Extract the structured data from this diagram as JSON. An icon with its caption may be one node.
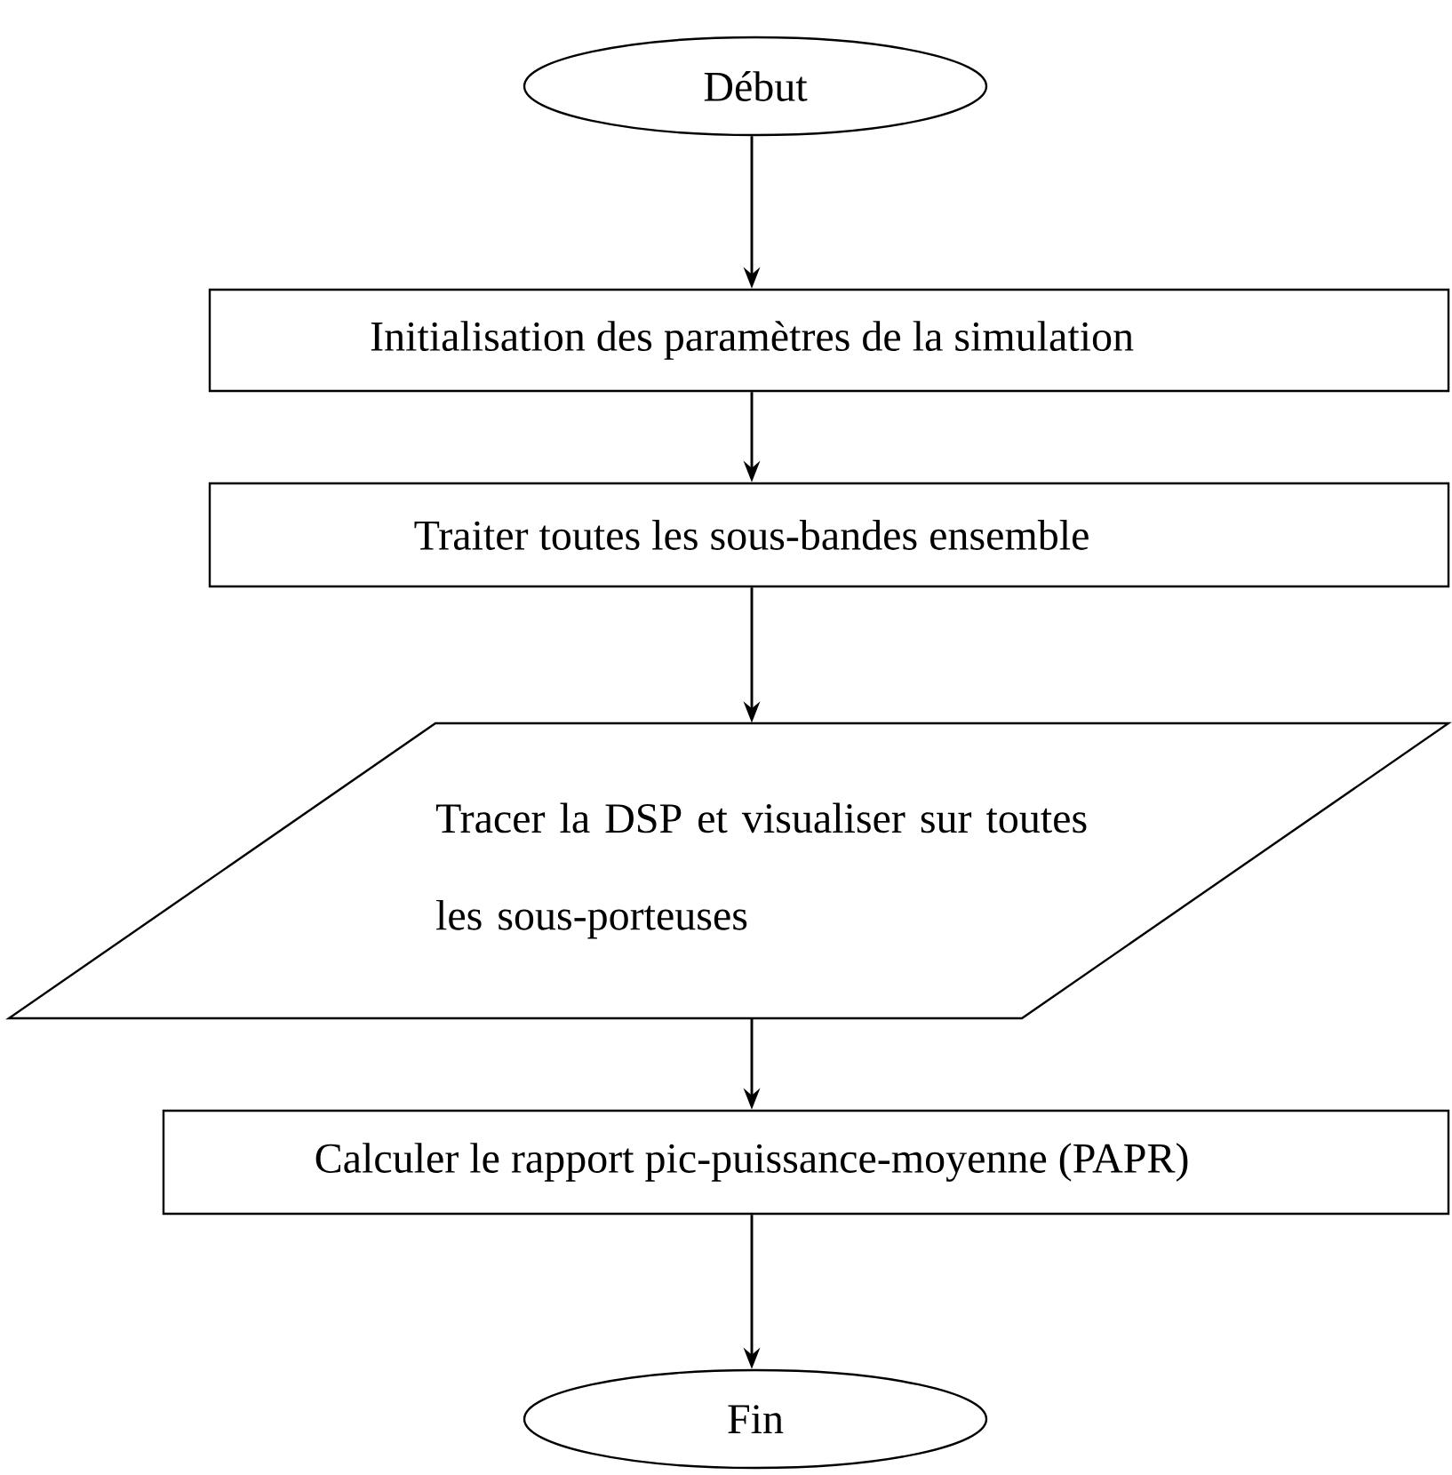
{
  "diagram": {
    "nodes": [
      {
        "text": [
          "Début"
        ]
      },
      {
        "text": [
          "Initialisation des paramètres de la simulation"
        ]
      },
      {
        "text": [
          "Traiter toutes les sous-bandes ensemble"
        ]
      },
      {
        "text": [
          "Tracer la DSP et visualiser sur toutes les sous-porteuses"
        ]
      },
      {
        "text": [
          "Calculer le rapport pic-puissance-moyenne (PAPR)"
        ]
      },
      {
        "text": [
          "Fin"
        ]
      }
    ],
    "edges": [
      {
        "from": 0,
        "to": 1,
        "arrow": "to"
      },
      {
        "from": 1,
        "to": 2,
        "arrow": "to"
      },
      {
        "from": 2,
        "to": 3,
        "arrow": "to"
      },
      {
        "from": 3,
        "to": 4,
        "arrow": "to"
      },
      {
        "from": 4,
        "to": 5,
        "arrow": "to"
      }
    ]
  }
}
